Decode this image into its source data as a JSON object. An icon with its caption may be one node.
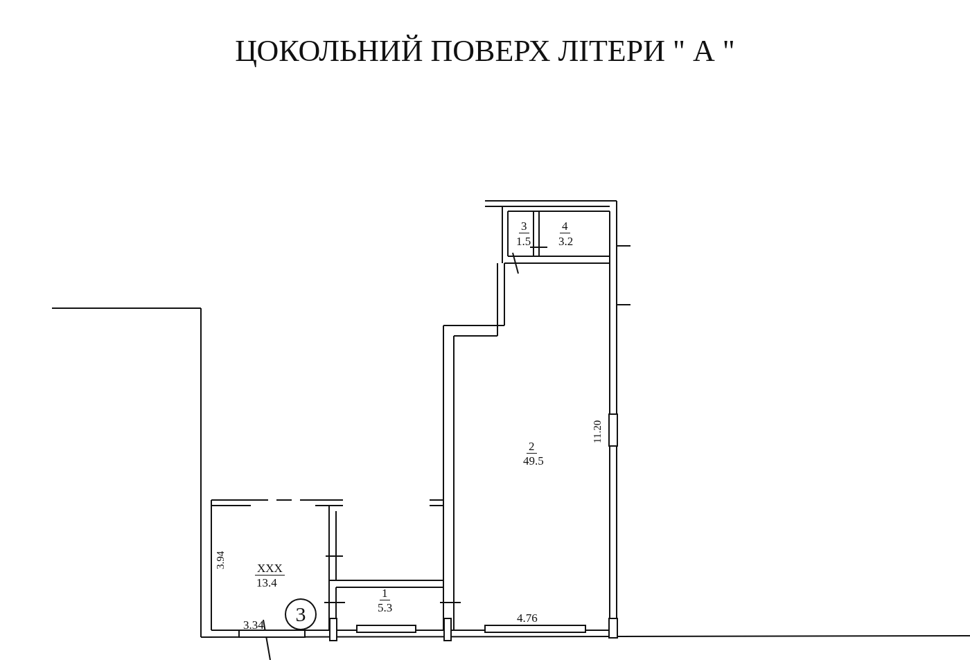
{
  "diagram": {
    "title": "ЦОКОЛЬНИЙ ПОВЕРХ ЛІТЕРИ \" А \"",
    "nodes": [
      {
        "text": [
          "3"
        ]
      }
    ],
    "labels": [
      "3",
      "1.5",
      "4",
      "3.2",
      "11.20",
      "2",
      "49.5",
      "3.94",
      "XXX",
      "13.4",
      "1",
      "5.3",
      "3.34",
      "4.76"
    ]
  }
}
